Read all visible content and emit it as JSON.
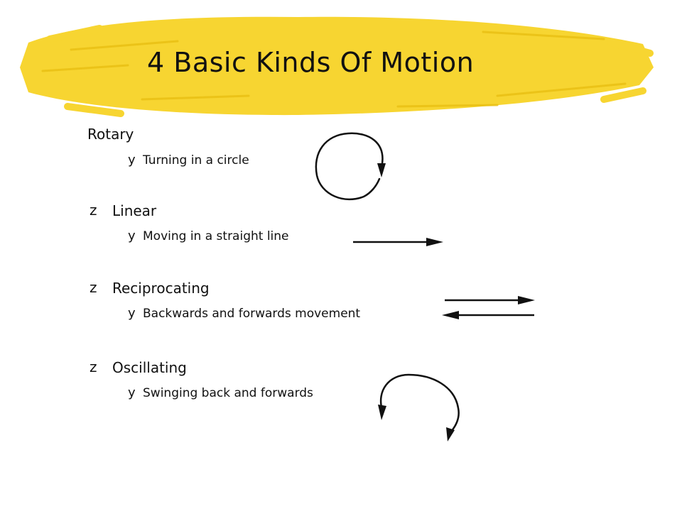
{
  "slide": {
    "title": "4 Basic Kinds Of Motion",
    "bullet_glyph_level1": "z",
    "bullet_glyph_level2": "y",
    "items": [
      {
        "heading": "Rotary",
        "description": "Turning in a circle"
      },
      {
        "heading": "Linear",
        "description": "Moving in a straight line"
      },
      {
        "heading": "Reciprocating",
        "description": "Backwards and forwards movement"
      },
      {
        "heading": "Oscillating",
        "description": "Swinging back and forwards"
      }
    ]
  },
  "colors": {
    "highlight": "#f7d531",
    "highlight_dark": "#e9bf12",
    "text": "#111111",
    "background": "#ffffff"
  },
  "icons": {
    "rotary": "circular-arrow-icon",
    "linear": "right-arrow-icon",
    "reciprocating": "double-arrow-icon",
    "oscillating": "arc-arrows-icon"
  }
}
